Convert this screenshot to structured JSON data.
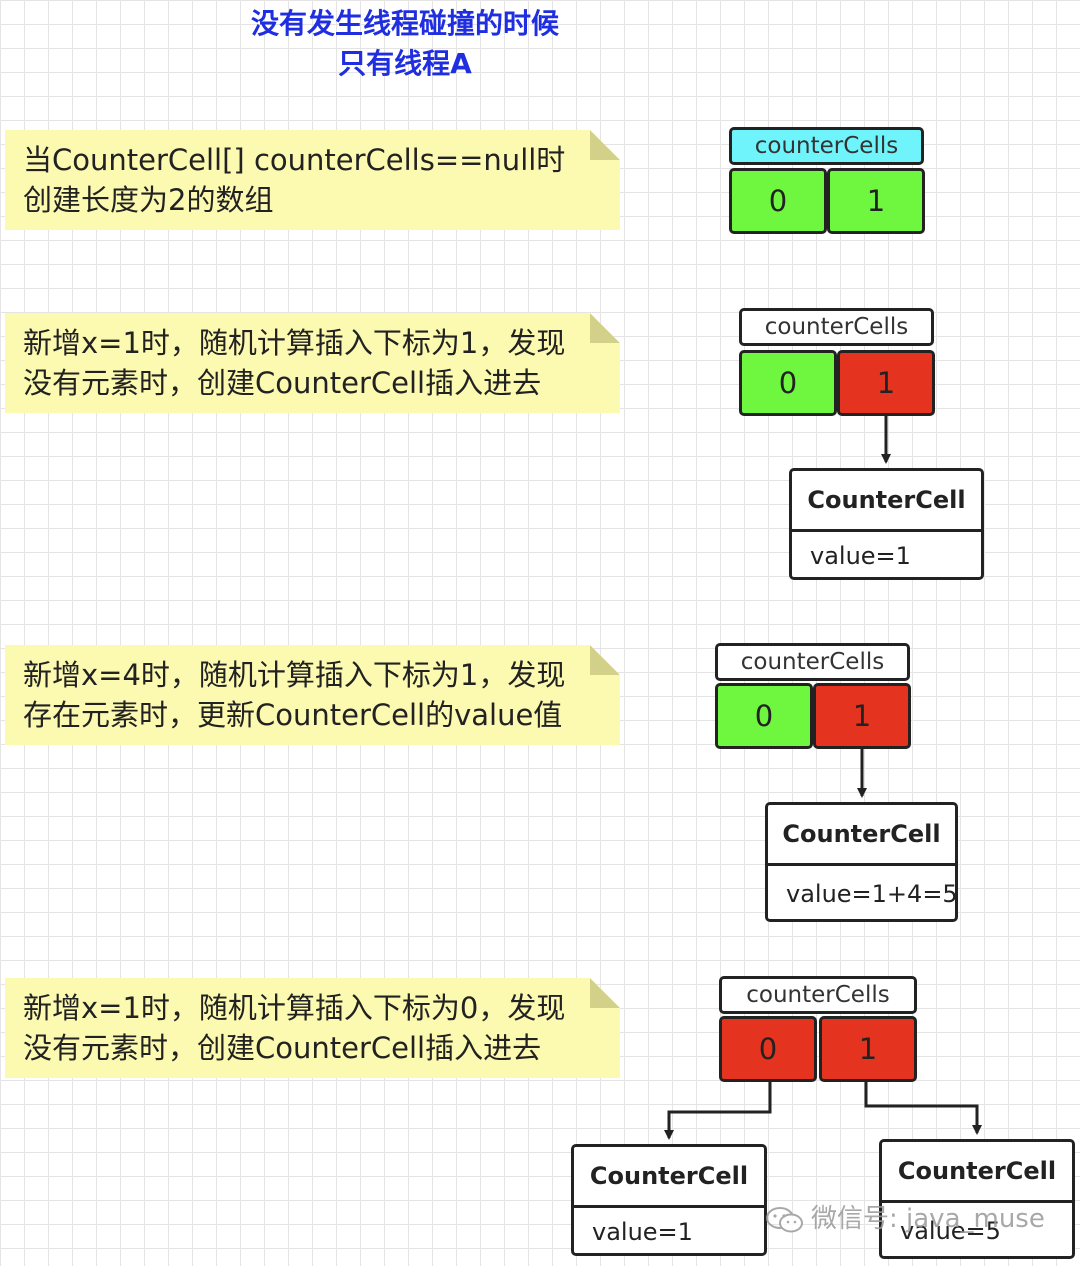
{
  "title": {
    "line1": "没有发生线程碰撞的时候",
    "line2": "只有线程A"
  },
  "steps": [
    {
      "note": [
        "当CounterCell[] counterCells==null时",
        "创建长度为2的数组"
      ],
      "header": "counterCells",
      "cells": [
        "0",
        "1"
      ]
    },
    {
      "note": [
        "新增x=1时，随机计算插入下标为1，发现",
        "没有元素时，创建CounterCell插入进去"
      ],
      "header": "counterCells",
      "cells": [
        "0",
        "1"
      ],
      "node": {
        "title": "CounterCell",
        "value": "value=1"
      }
    },
    {
      "note": [
        "新增x=4时，随机计算插入下标为1，发现",
        "存在元素时，更新CounterCell的value值"
      ],
      "header": "counterCells",
      "cells": [
        "0",
        "1"
      ],
      "node": {
        "title": "CounterCell",
        "value": "value=1+4=5"
      }
    },
    {
      "note": [
        "新增x=1时，随机计算插入下标为0，发现",
        "没有元素时，创建CounterCell插入进去"
      ],
      "header": "counterCells",
      "cells": [
        "0",
        "1"
      ],
      "nodes": [
        {
          "title": "CounterCell",
          "value": "value=1"
        },
        {
          "title": "CounterCell",
          "value": "value=5"
        }
      ]
    }
  ],
  "watermark": "微信号: java_muse",
  "colors": {
    "title": "#1f2ee0",
    "note_bg": "#fcf9b0",
    "header_cyan": "#6ff4fb",
    "cell_empty": "#6ff63e",
    "cell_filled": "#e4331f"
  }
}
